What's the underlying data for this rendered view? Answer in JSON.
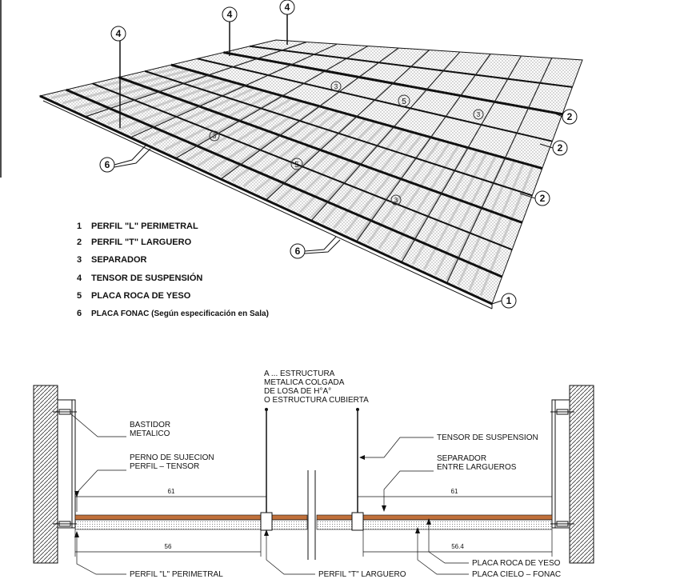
{
  "legend": [
    {
      "num": "1",
      "text": "PERFIL \"L\" PERIMETRAL"
    },
    {
      "num": "2",
      "text": "PERFIL \"T\" LARGUERO"
    },
    {
      "num": "3",
      "text": "SEPARADOR"
    },
    {
      "num": "4",
      "text": "TENSOR DE SUSPENSIÓN"
    },
    {
      "num": "5",
      "text": "PLACA ROCA DE YESO"
    },
    {
      "num": "6",
      "text": "PLACA FONAC (Según especificación en Sala)"
    }
  ],
  "iso_callouts": {
    "one": "1",
    "two": "2",
    "three": "3",
    "four": "4",
    "five": "5",
    "six": "6"
  },
  "section": {
    "structure_note": [
      "A ... ESTRUCTURA",
      "METALICA COLGADA",
      "DE LOSA DE H°A°",
      "O ESTRUCTURA CUBIERTA"
    ],
    "bastidor": [
      "BASTIDOR",
      "METALICO"
    ],
    "perno": [
      "PERNO DE SUJECION",
      "PERFIL  –  TENSOR"
    ],
    "tensor": "TENSOR DE SUSPENSION",
    "separador": [
      "SEPARADOR",
      "ENTRE LARGUEROS"
    ],
    "perfil_l": "PERFIL  \"L\"  PERIMETRAL",
    "perfil_t": "PERFIL  \"T\"  LARGUERO",
    "placa_roca": "PLACA ROCA DE YESO",
    "placa_cielo": "PLACA CIELO  –  FONAC",
    "dims": {
      "top_left": "61",
      "top_right": "61",
      "bottom_left": "56",
      "bottom_right": "56.4"
    }
  },
  "colors": {
    "ink": "#111111",
    "wood": "#c0703a"
  }
}
